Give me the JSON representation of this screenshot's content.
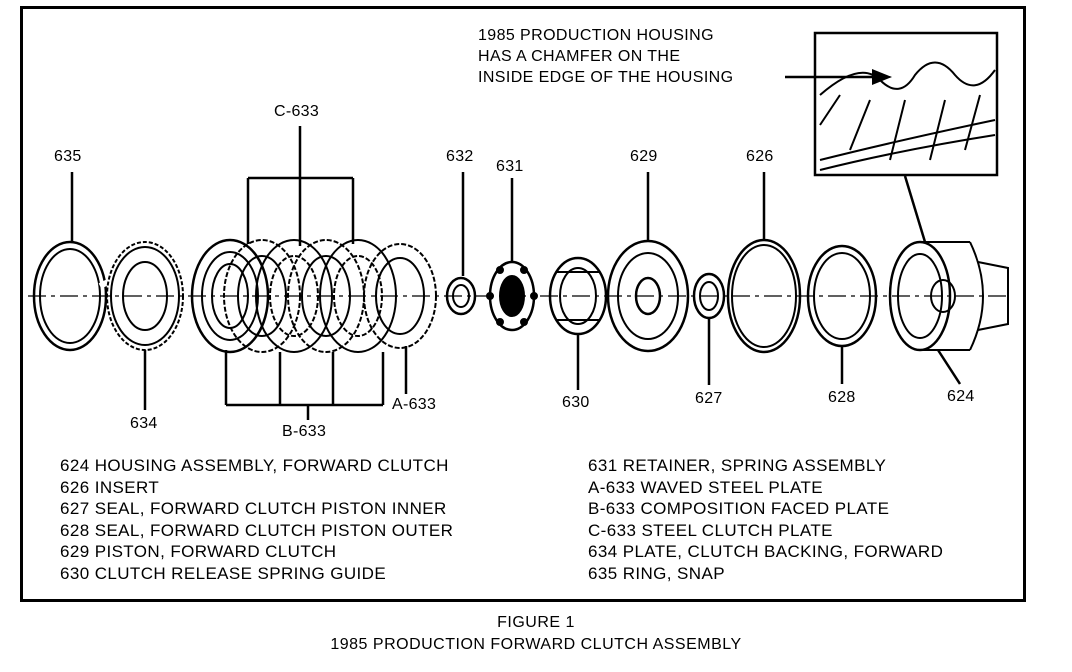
{
  "callouts": {
    "c635": "635",
    "c633C": "C-633",
    "c632": "632",
    "c631": "631",
    "c629": "629",
    "c626": "626",
    "c634": "634",
    "c633A": "A-633",
    "c633B": "B-633",
    "c630": "630",
    "c627": "627",
    "c628": "628",
    "c624": "624"
  },
  "note": {
    "line1": "1985 PRODUCTION HOUSING",
    "line2": "HAS A CHAMFER ON THE",
    "line3": "INSIDE EDGE OF THE HOUSING"
  },
  "legend_left": [
    {
      "num": "624",
      "text": "HOUSING ASSEMBLY, FORWARD CLUTCH"
    },
    {
      "num": "626",
      "text": "INSERT"
    },
    {
      "num": "627",
      "text": "SEAL, FORWARD CLUTCH PISTON INNER"
    },
    {
      "num": "628",
      "text": "SEAL, FORWARD CLUTCH PISTON OUTER"
    },
    {
      "num": "629",
      "text": "PISTON, FORWARD CLUTCH"
    },
    {
      "num": "630",
      "text": "CLUTCH RELEASE SPRING GUIDE"
    }
  ],
  "legend_right": [
    {
      "num": "631",
      "text": "RETAINER, SPRING ASSEMBLY"
    },
    {
      "num": "A-633",
      "text": "WAVED STEEL PLATE"
    },
    {
      "num": "B-633",
      "text": "COMPOSITION FACED PLATE"
    },
    {
      "num": "C-633",
      "text": "STEEL CLUTCH PLATE"
    },
    {
      "num": "634",
      "text": "PLATE, CLUTCH BACKING, FORWARD"
    },
    {
      "num": "635",
      "text": "RING, SNAP"
    }
  ],
  "caption": {
    "figure": "FIGURE 1",
    "title": "1985 PRODUCTION FORWARD CLUTCH ASSEMBLY"
  }
}
